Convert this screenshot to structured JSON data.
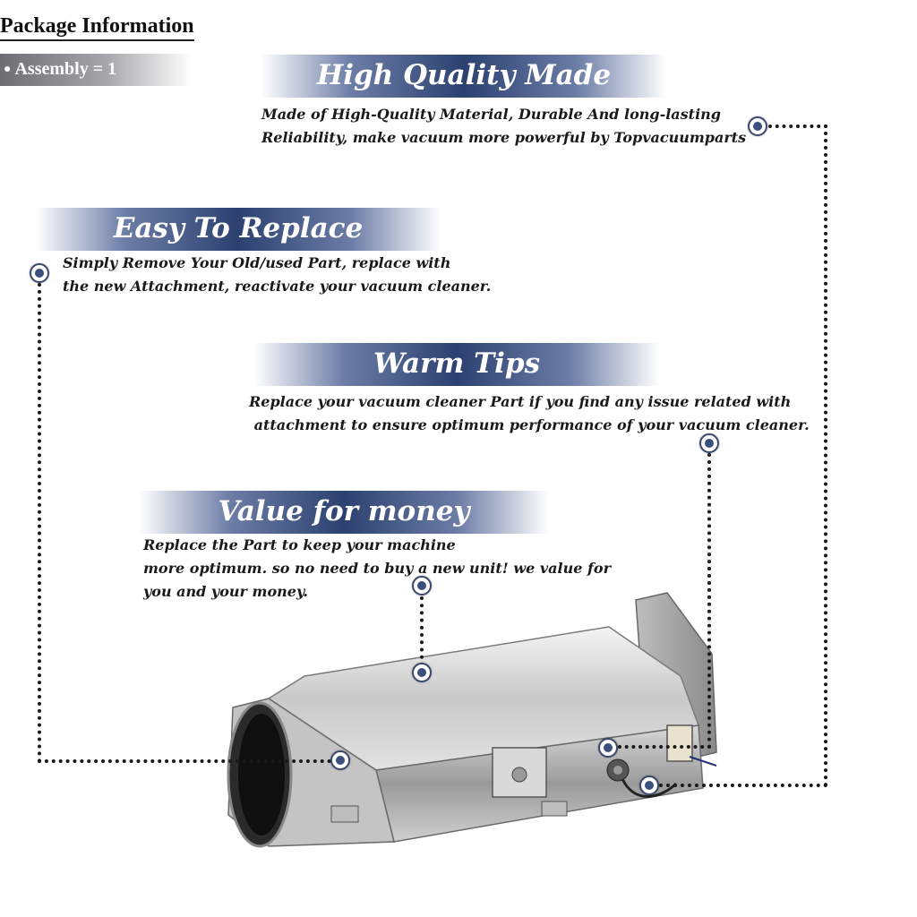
{
  "package": {
    "title": "Package Information",
    "item": "Assembly = 1"
  },
  "sections": [
    {
      "title": "High Quality Made",
      "lines": [
        "Made of  High-Quality Material, Durable And long-lasting",
        "Reliability, make vacuum more powerful by Topvacuumparts"
      ]
    },
    {
      "title": "Easy To Replace",
      "lines": [
        "Simply Remove Your Old/used Part, replace with",
        "the new Attachment, reactivate your vacuum cleaner."
      ]
    },
    {
      "title": "Warm Tips",
      "lines": [
        "Replace your vacuum cleaner Part if you find any issue related with",
        " attachment to ensure optimum performance of your vacuum cleaner."
      ]
    },
    {
      "title": "Value for money",
      "lines": [
        "Replace the Part to keep your machine",
        "more optimum. so no need to buy a new unit! we value for",
        "you and your money."
      ]
    }
  ],
  "colors": {
    "banner_dark": "#2c4170",
    "banner_light": "#6c7da6",
    "marker": "#3c507e",
    "package_bar": "#6e6e72"
  },
  "product_image": "heater-assembly-illustration"
}
